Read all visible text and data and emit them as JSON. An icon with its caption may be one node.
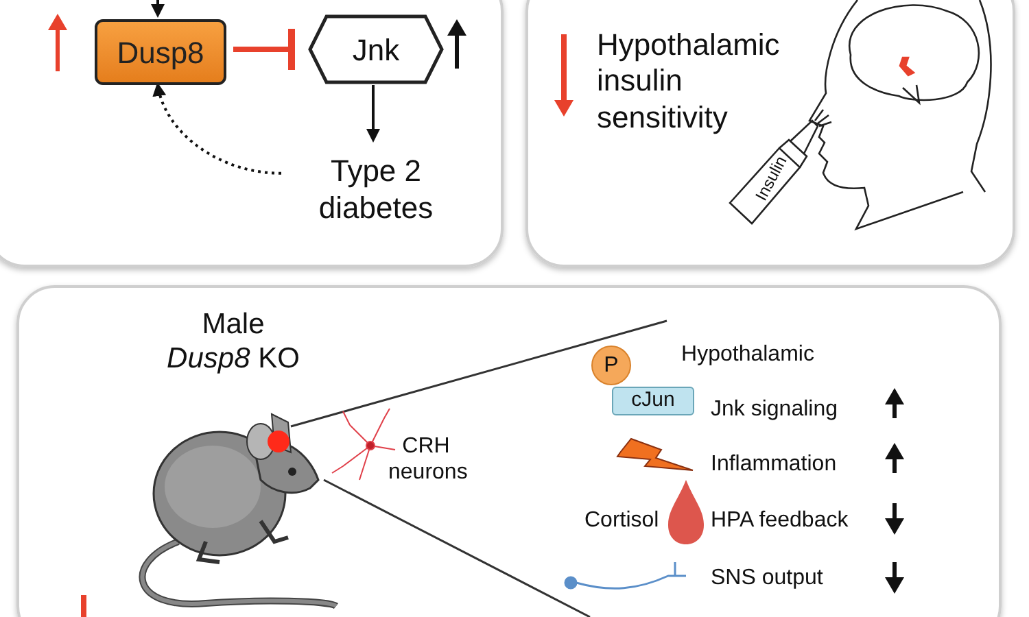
{
  "diagram": {
    "nodes": [
      {
        "text": [],
        "shape": "box"
      },
      {
        "text": [
          "Dusp8"
        ],
        "in": 0
      },
      {
        "text": [
          "Jnk"
        ],
        "in": 0
      },
      {
        "text": [
          "Type 2 diabetes"
        ],
        "in": 0
      },
      {
        "text": [],
        "shape": "box"
      },
      {
        "text": [
          "Hypothalamic insulin sensitivity"
        ],
        "in": 4
      },
      {
        "text": [],
        "shape": "box"
      },
      {
        "text": [
          "cJun"
        ],
        "in": 6
      },
      {
        "text": [
          "P"
        ],
        "in": 6
      }
    ],
    "edges": [
      {
        "from": 1,
        "to": 2,
        "arrow": "other",
        "color": "#e8412c",
        "style": "thick"
      },
      {
        "from": 2,
        "to": 3,
        "arrow": "to"
      },
      {
        "from": 3,
        "to": 1,
        "arrow": "to",
        "style": "dashed"
      },
      {
        "from": null,
        "to": 1,
        "arrow": "to"
      }
    ],
    "labels": [
      "Insulin",
      "Male *Dusp8* KO",
      "CRH neurons",
      "Hypothalamic",
      "Jnk signaling",
      "Inflammation",
      "Cortisol",
      "HPA feedback",
      "SNS output"
    ]
  }
}
